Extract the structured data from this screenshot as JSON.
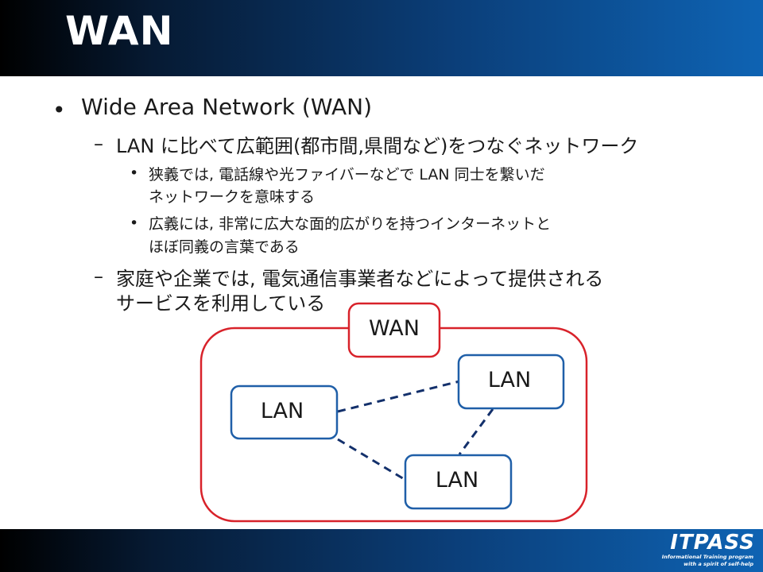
{
  "slide": {
    "title": "WAN"
  },
  "body": {
    "level1": {
      "bullet": "•",
      "text": "Wide Area Network (WAN)"
    },
    "level2a": {
      "bullet": "–",
      "text": "LAN に比べて広範囲(都市間,県間など)をつなぐネットワーク"
    },
    "level3a": {
      "bullet": "•",
      "line1": "狭義では, 電話線や光ファイバーなどで LAN 同士を繋いだ",
      "line2": "ネットワークを意味する"
    },
    "level3b": {
      "bullet": "•",
      "line1": "広義には, 非常に広大な面的広がりを持つインターネットと",
      "line2": "ほぼ同義の言葉である"
    },
    "level2b": {
      "bullet": "–",
      "line1": "家庭や企業では, 電気通信事業者などによって提供される",
      "line2": "サービスを利用している"
    }
  },
  "diagram": {
    "wan_label": "WAN",
    "lan_left": "LAN",
    "lan_top_right": "LAN",
    "lan_bottom": "LAN",
    "colors": {
      "wan": "#d8222a",
      "lan": "#1f5fa8",
      "link": "#13306b"
    }
  },
  "footer": {
    "logo": "ITPASS",
    "tagline1": "Informational Training program",
    "tagline2": "with a spirit of self-help"
  }
}
